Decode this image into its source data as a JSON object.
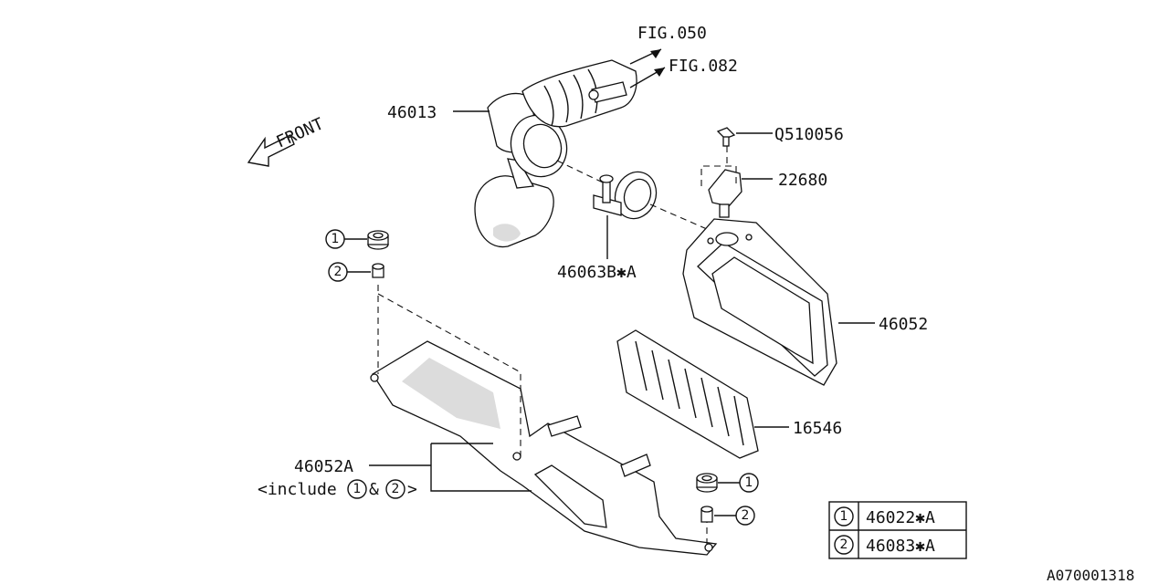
{
  "labels": {
    "front": "FRONT",
    "fig050": "FIG.050",
    "fig082": "FIG.082",
    "p46013": "46013",
    "q510056": "Q510056",
    "p22680": "22680",
    "p46063b": "46063B✱A",
    "p46052": "46052",
    "p16546": "16546",
    "p46052a": "46052A",
    "include_prefix": "<include ",
    "include_amp": "&",
    "include_suffix": ">",
    "drawing_id": "A070001318"
  },
  "callouts": {
    "one": "1",
    "two": "2"
  },
  "legend": {
    "rows": [
      {
        "key": "1",
        "part": "46022✱A"
      },
      {
        "key": "2",
        "part": "46083✱A"
      }
    ]
  }
}
